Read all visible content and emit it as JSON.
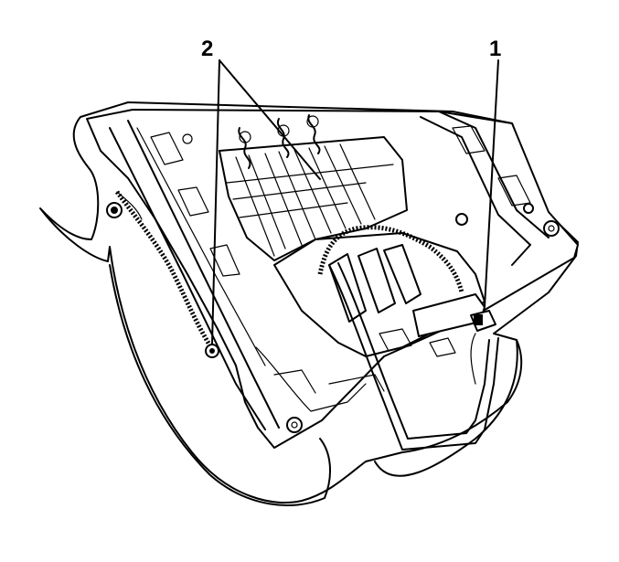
{
  "callouts": [
    {
      "id": "1",
      "label": "1",
      "target": "seat-sensor-connector"
    },
    {
      "id": "2",
      "label": "2",
      "target": "wiring-harness-retainers"
    }
  ],
  "colors": {
    "line": "#000000",
    "background": "#ffffff"
  }
}
